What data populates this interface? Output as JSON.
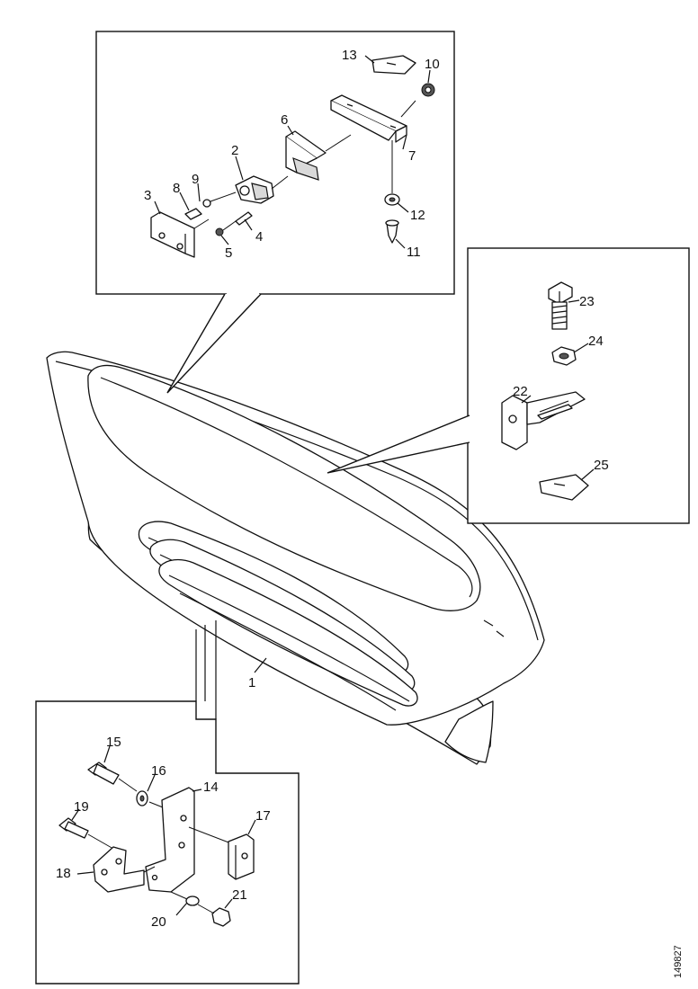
{
  "callouts": {
    "c1": "1",
    "c2": "2",
    "c3": "3",
    "c4": "4",
    "c5": "5",
    "c6": "6",
    "c7": "7",
    "c8": "8",
    "c9": "9",
    "c10": "10",
    "c11": "11",
    "c12": "12",
    "c13": "13",
    "c14": "14",
    "c15": "15",
    "c16": "16",
    "c17": "17",
    "c18": "18",
    "c19": "19",
    "c20": "20",
    "c21": "21",
    "c22": "22",
    "c23": "23",
    "c24": "24",
    "c25": "25"
  },
  "drawing_number": "149827",
  "colors": {
    "line": "#111111",
    "background": "#ffffff",
    "shade": "#d9d9d9"
  }
}
